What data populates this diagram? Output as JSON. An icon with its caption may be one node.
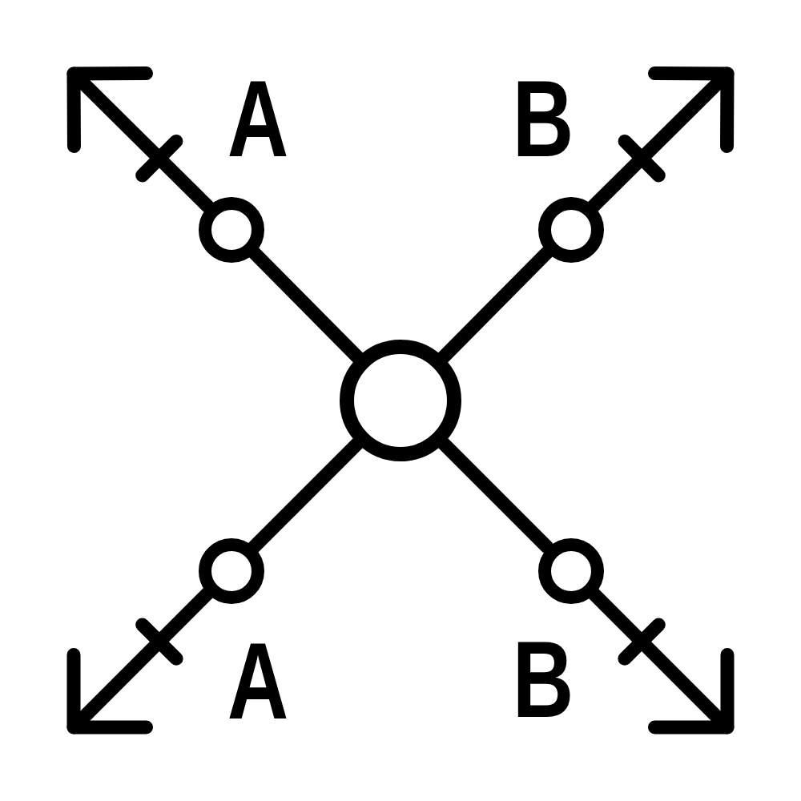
{
  "diagram": {
    "nodes": [
      {
        "text": [],
        "shape": "circle"
      },
      {
        "text": [],
        "shape": "circle"
      },
      {
        "text": [],
        "shape": "circle"
      },
      {
        "text": [],
        "shape": "circle"
      },
      {
        "text": [],
        "shape": "circle"
      }
    ],
    "edges": [
      {
        "from": 2,
        "to": 0,
        "arrow": "none"
      },
      {
        "from": 2,
        "to": 1,
        "arrow": "none"
      },
      {
        "from": 2,
        "to": 3,
        "arrow": "none"
      },
      {
        "from": 2,
        "to": 4,
        "arrow": "none"
      },
      {
        "from": 0,
        "to": null,
        "arrow": "to"
      },
      {
        "from": 1,
        "to": null,
        "arrow": "to"
      },
      {
        "from": 3,
        "to": null,
        "arrow": "to"
      },
      {
        "from": 4,
        "to": null,
        "arrow": "to"
      }
    ],
    "labels": [
      "A",
      "B",
      "A",
      "B"
    ]
  }
}
